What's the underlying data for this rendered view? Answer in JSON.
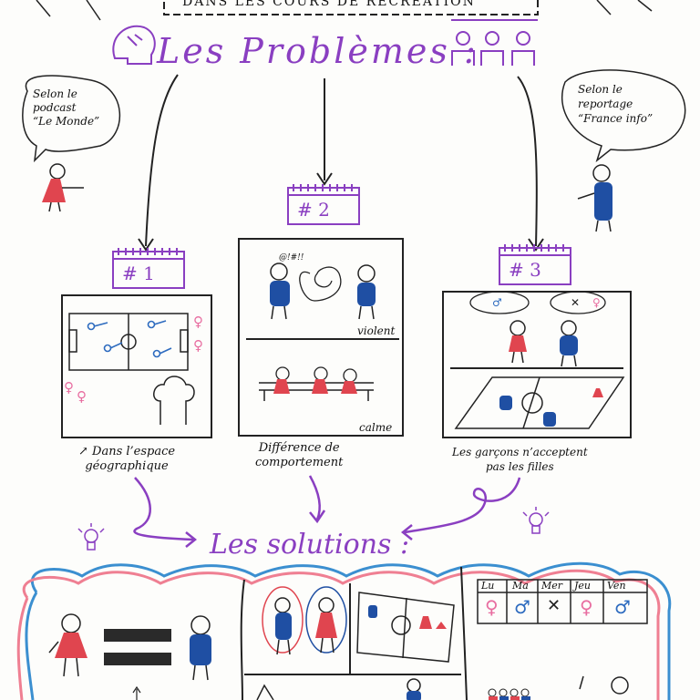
{
  "header": {
    "banner_text": "DANS LES COURS DE RÉCRÉATION"
  },
  "problems": {
    "title": "Les Problèmes :",
    "speech_left": [
      "Selon le",
      "podcast",
      "“Le Monde”"
    ],
    "speech_right": [
      "Selon le",
      "reportage",
      "“France info”"
    ],
    "tags": [
      "# 1",
      "# 2",
      "# 3"
    ],
    "card2_top_label": "violent",
    "card2_bottom_label": "calme",
    "card2_shout": "@!#!!",
    "captions": [
      [
        "↗ Dans l’espace",
        "géographique"
      ],
      [
        "Différence de",
        "comportement"
      ],
      [
        "Les garçons n’acceptent",
        "pas les filles"
      ]
    ]
  },
  "solutions": {
    "title": "Les solutions :",
    "schedule_days": [
      "Lu",
      "Ma",
      "Mer",
      "Jeu",
      "Ven"
    ],
    "schedule_symbols": [
      "♀",
      "♂",
      "✕",
      "♀",
      "♂"
    ]
  },
  "colors": {
    "purple": "#8a3fc1",
    "red": "#e0454f",
    "blue": "#1f4fa3",
    "cloud_blue": "#3b8fd0",
    "cloud_pink": "#ef7f92"
  }
}
